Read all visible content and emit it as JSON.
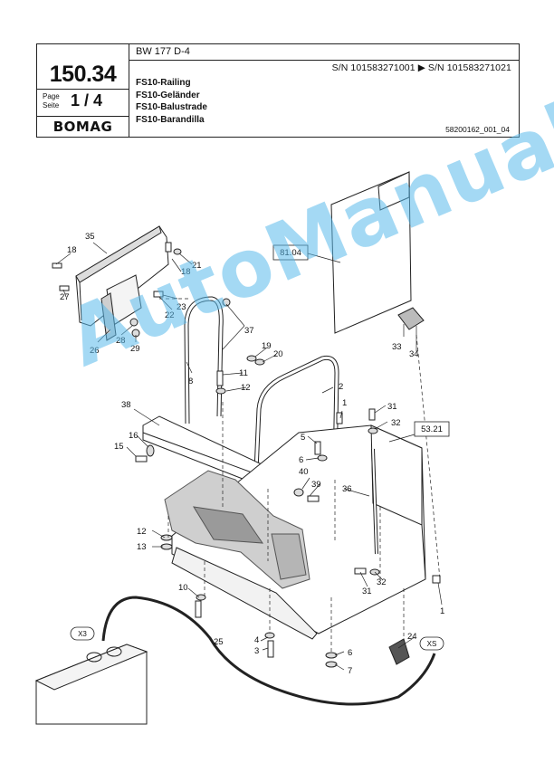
{
  "header": {
    "model": "BW 177 D-4",
    "serial_range": "S/N 101583271001  ▶  S/N 101583271021",
    "page_number": "150.34",
    "page_label": "Page\nSeite",
    "page_of": "1 / 4",
    "brand": "BOMAG",
    "titles": [
      "FS10-Railing",
      "FS10-Geländer",
      "FS10-Balustrade",
      "FS10-Barandilla"
    ],
    "doc_id": "58200162_001_04"
  },
  "diagram": {
    "references": [
      "81.04",
      "53.21"
    ],
    "connectors": [
      "X3",
      "XS"
    ],
    "part_numbers": [
      "1",
      "2",
      "3",
      "4",
      "5",
      "6",
      "7",
      "8",
      "10",
      "11",
      "12",
      "13",
      "15",
      "16",
      "18",
      "19",
      "20",
      "21",
      "22",
      "23",
      "24",
      "25",
      "26",
      "27",
      "28",
      "29",
      "31",
      "32",
      "33",
      "34",
      "35",
      "36",
      "37",
      "38",
      "39",
      "40"
    ]
  },
  "watermark": "AutoManual"
}
